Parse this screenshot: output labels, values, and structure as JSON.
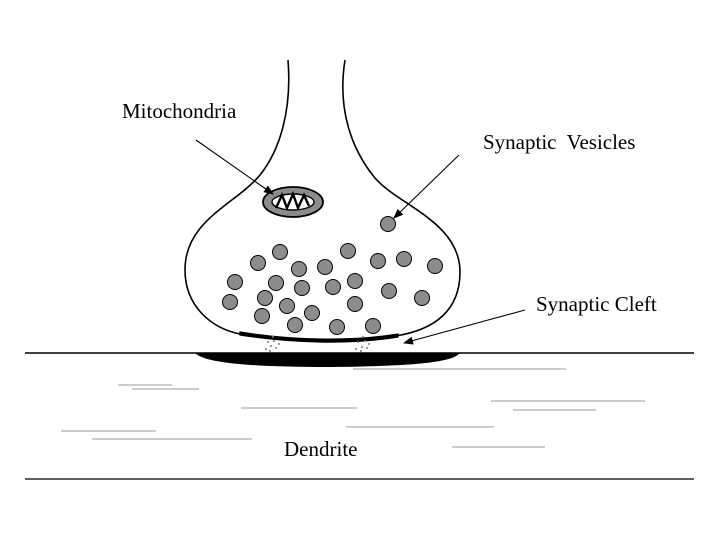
{
  "labels": {
    "mitochondria": "Mitochondria",
    "synaptic_vesicles": "Synaptic  Vesicles",
    "synaptic_cleft": "Synaptic Cleft",
    "dendrite": "Dendrite"
  },
  "colors": {
    "outline": "#000000",
    "vesicle_fill": "#8c8c8c",
    "mitochondria_fill": "#8c8c8c",
    "cleft_fill": "#000000",
    "faint_lines": "#9a9a9a",
    "background": "#ffffff"
  }
}
